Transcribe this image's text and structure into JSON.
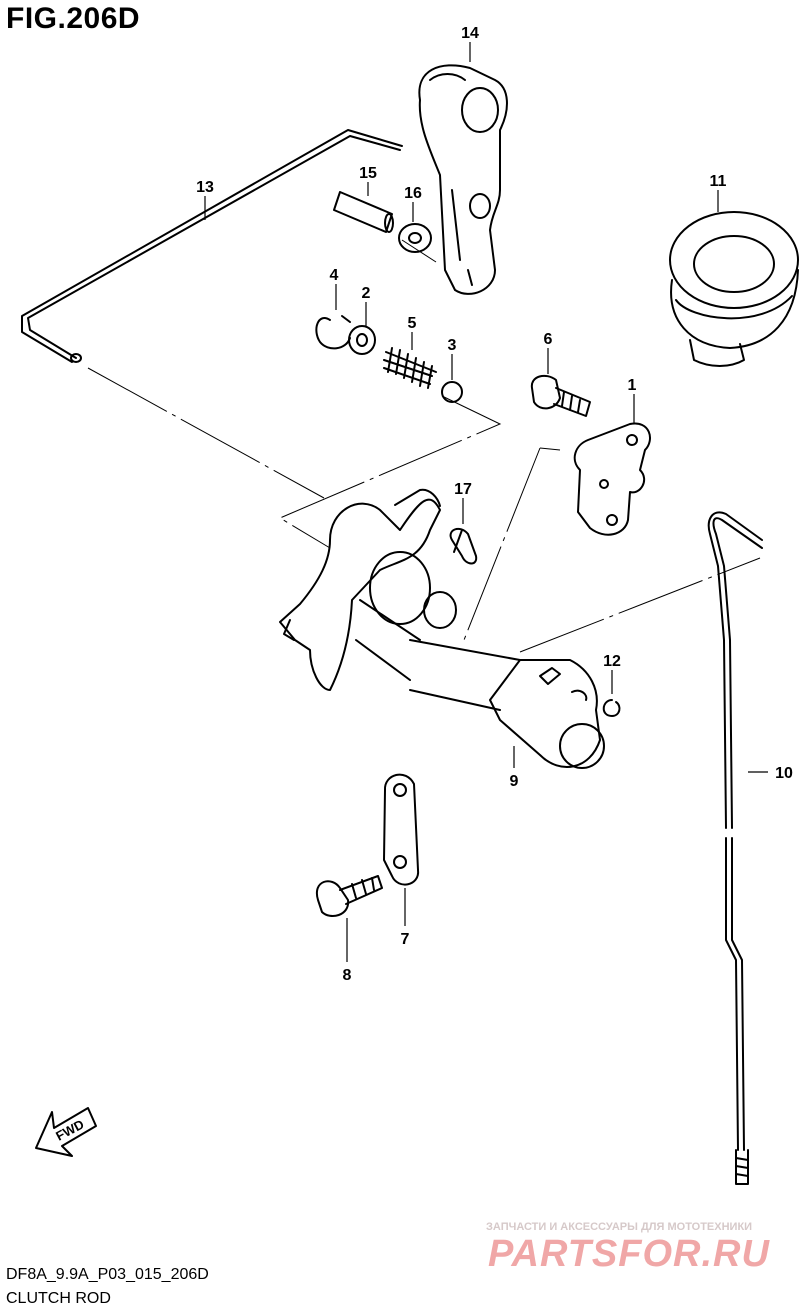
{
  "figure": {
    "title": "FIG.206D",
    "code": "DF8A_9.9A_P03_015_206D",
    "name": "CLUTCH ROD"
  },
  "fwd_label": "FWD",
  "watermark": {
    "tagline": "ЗАПЧАСТИ И АКСЕССУАРЫ ДЛЯ МОТОТЕХНИКИ",
    "brand": "PARTSFOR.RU"
  },
  "parts": [
    {
      "number": "1"
    },
    {
      "number": "2"
    },
    {
      "number": "3"
    },
    {
      "number": "4"
    },
    {
      "number": "5"
    },
    {
      "number": "6"
    },
    {
      "number": "7"
    },
    {
      "number": "8"
    },
    {
      "number": "9"
    },
    {
      "number": "10"
    },
    {
      "number": "11"
    },
    {
      "number": "12"
    },
    {
      "number": "13"
    },
    {
      "number": "14"
    },
    {
      "number": "15"
    },
    {
      "number": "16"
    },
    {
      "number": "17"
    }
  ],
  "colors": {
    "line": "#000000",
    "background": "#ffffff",
    "watermark": "#f0a7a7"
  }
}
